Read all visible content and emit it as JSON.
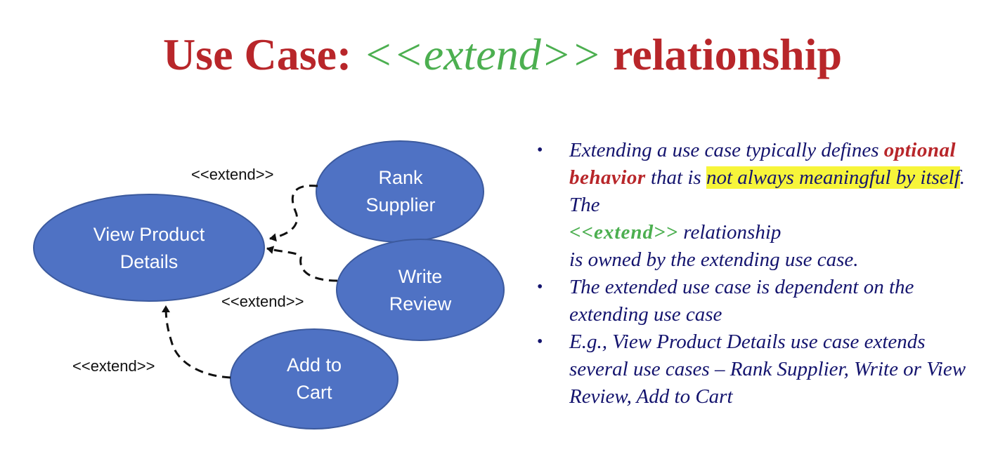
{
  "title": {
    "prefix": "Use Case: ",
    "keyword": "<<extend>>",
    "suffix": " relationship"
  },
  "diagram": {
    "use_cases": {
      "view_product_details": [
        "View Product",
        "Details"
      ],
      "rank_supplier": [
        "Rank",
        "Supplier"
      ],
      "write_review": [
        "Write",
        "Review"
      ],
      "add_to_cart": [
        "Add to",
        "Cart"
      ]
    },
    "extend_labels": {
      "rank_supplier": "<<extend>>",
      "write_review": "<<extend>>",
      "add_to_cart": "<<extend>>"
    },
    "colors": {
      "use_case_fill": "#4f72c4",
      "use_case_stroke": "#3c5a9e",
      "connector": "#111111"
    }
  },
  "notes": {
    "bullet": "•",
    "item1": {
      "part1": "Extending a use case typically defines ",
      "optional": "optional behavior",
      "part2": " that is ",
      "highlight": "not always meaningful by itself",
      "part3": ". The ",
      "keyword": "<<extend>>",
      "part4": " relationship",
      "part5": "is owned by the extending use case."
    },
    "item2": "The extended use case is dependent on the extending use case",
    "item3": "E.g., View Product Details use case extends several use cases – Rank Supplier, Write or View Review, Add to Cart"
  },
  "colors": {
    "title_red": "#b8262a",
    "keyword_green": "#4caf50",
    "body_navy": "#14146e",
    "highlight_yellow": "#f7f53a"
  }
}
